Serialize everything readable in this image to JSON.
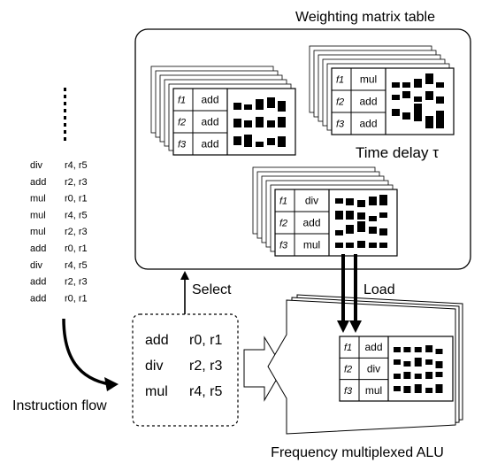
{
  "title": "Weighting matrix table",
  "time_delay_label": "Time delay τ",
  "select_label": "Select",
  "load_label": "Load",
  "instruction_flow_label": "Instruction flow",
  "alu_label": "Frequency multiplexed ALU",
  "instruction_list": [
    {
      "op": "div",
      "args": "r4, r5"
    },
    {
      "op": "add",
      "args": "r2, r3"
    },
    {
      "op": "mul",
      "args": "r0, r1"
    },
    {
      "op": "mul",
      "args": "r4, r5"
    },
    {
      "op": "mul",
      "args": "r2, r3"
    },
    {
      "op": "add",
      "args": "r0, r1"
    },
    {
      "op": "div",
      "args": "r4, r5"
    },
    {
      "op": "add",
      "args": "r2, r3"
    },
    {
      "op": "add",
      "args": "r0, r1"
    }
  ],
  "selected_instructions": [
    {
      "op": "add",
      "args": "r0, r1"
    },
    {
      "op": "div",
      "args": "r2, r3"
    },
    {
      "op": "mul",
      "args": "r4, r5"
    }
  ],
  "tables": [
    {
      "id": "table-left",
      "rows": [
        {
          "f": "f1",
          "op": "add"
        },
        {
          "f": "f2",
          "op": "add"
        },
        {
          "f": "f3",
          "op": "add"
        }
      ]
    },
    {
      "id": "table-right",
      "rows": [
        {
          "f": "f1",
          "op": "mul"
        },
        {
          "f": "f2",
          "op": "add"
        },
        {
          "f": "f3",
          "op": "add"
        }
      ]
    },
    {
      "id": "table-center",
      "rows": [
        {
          "f": "f1",
          "op": "div"
        },
        {
          "f": "f2",
          "op": "add"
        },
        {
          "f": "f3",
          "op": "mul"
        }
      ]
    },
    {
      "id": "table-alu",
      "rows": [
        {
          "f": "f1",
          "op": "add"
        },
        {
          "f": "f2",
          "op": "div"
        },
        {
          "f": "f3",
          "op": "mul"
        }
      ]
    }
  ]
}
